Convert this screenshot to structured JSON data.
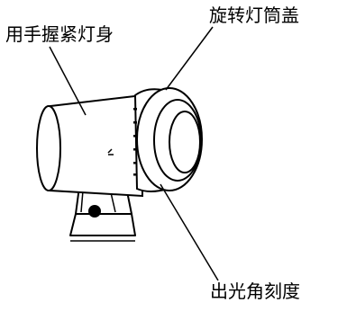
{
  "labels": {
    "hold_body": "用手握紧灯身",
    "rotate_cover": "旋转灯筒盖",
    "beam_angle_scale": "出光角刻度"
  },
  "colors": {
    "ink": "#000000",
    "background": "#ffffff"
  }
}
